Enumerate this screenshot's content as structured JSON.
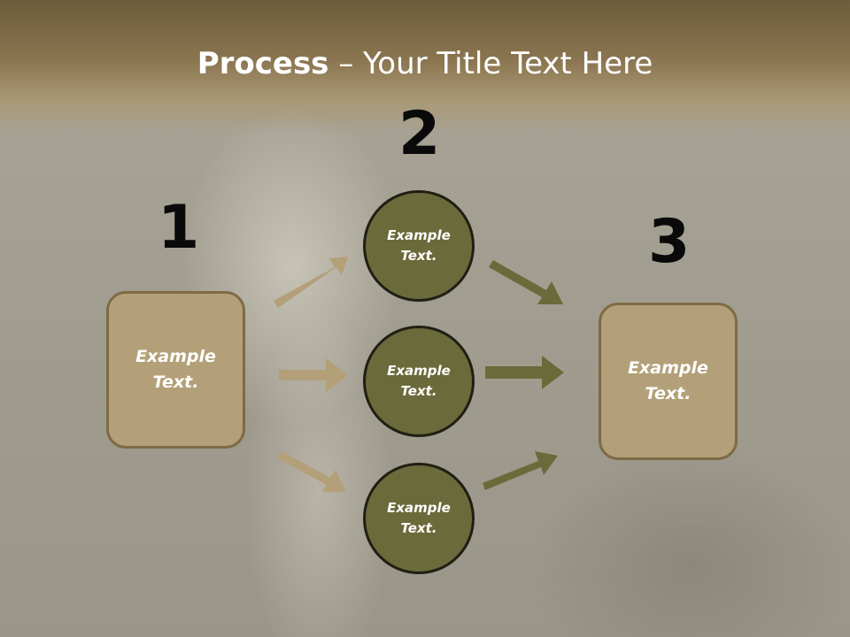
{
  "slide": {
    "title_bold": "Process",
    "title_rest": " – Your Title Text Here",
    "step_numbers": [
      "1",
      "2",
      "3"
    ],
    "left_box_text": "Example\nText.",
    "right_box_text": "Example\nText.",
    "circles": [
      {
        "text": "Example\nText."
      },
      {
        "text": "Example\nText."
      },
      {
        "text": "Example\nText."
      }
    ]
  },
  "colors": {
    "title_band": "#8a7550",
    "box_fill": "#b3a078",
    "box_border": "#7e6a45",
    "circle_fill": "#6b6a3a",
    "circle_border": "#1f1f14",
    "left_arrows": "#b3a078",
    "right_arrows": "#6b6a3a"
  }
}
